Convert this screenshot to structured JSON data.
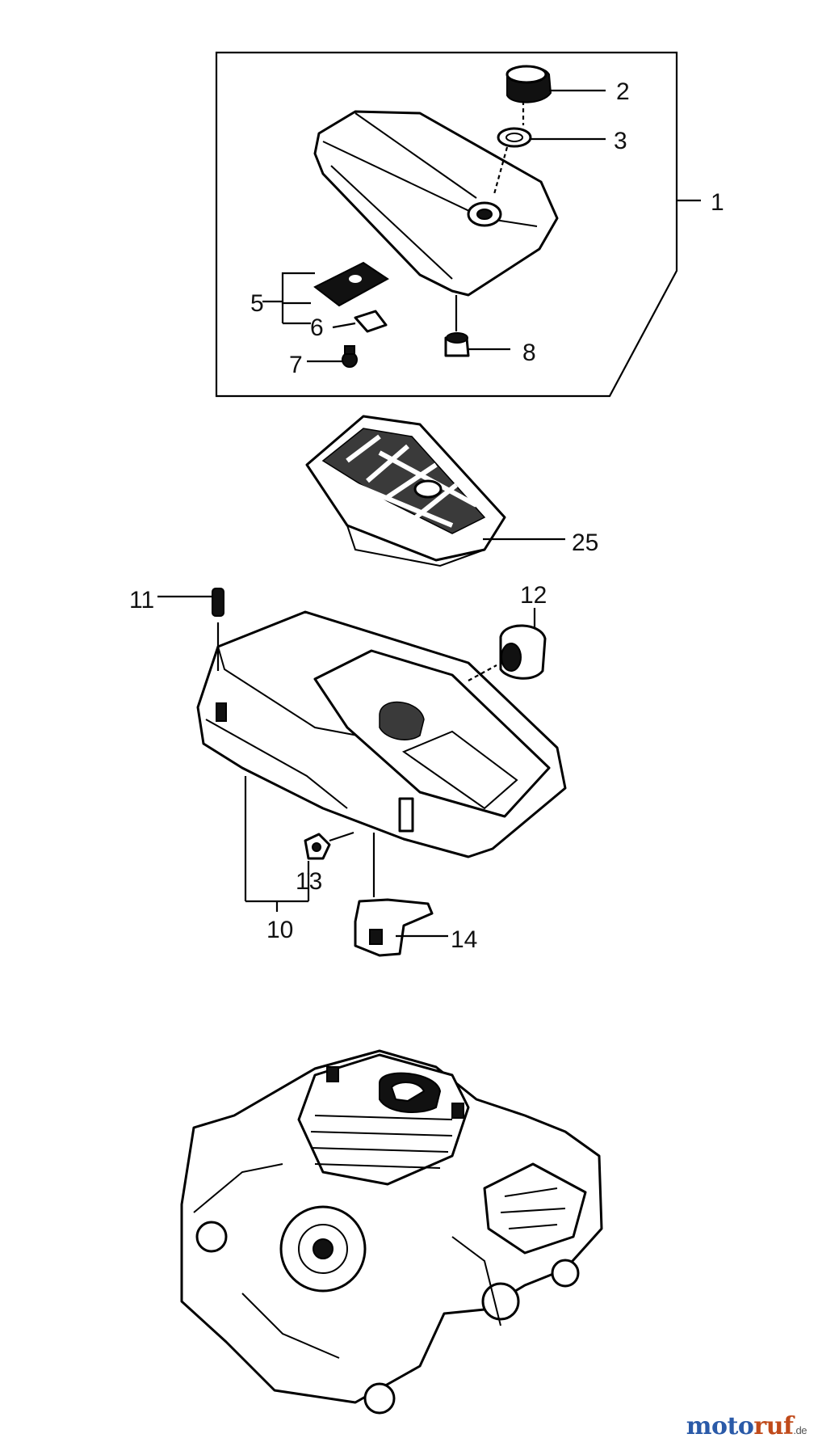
{
  "callouts": {
    "c1": "1",
    "c2": "2",
    "c3": "3",
    "c5": "5",
    "c6": "6",
    "c7": "7",
    "c8": "8",
    "c25": "25",
    "c11": "11",
    "c12": "12",
    "c13": "13",
    "c10": "10",
    "c14": "14"
  },
  "brand": {
    "part1": "moto",
    "part2": "ruf",
    "part3": ".de"
  },
  "colors": {
    "line": "#000000",
    "background": "#ffffff",
    "brand_blue": "#2a5aa8",
    "brand_orange": "#c04a1a"
  }
}
